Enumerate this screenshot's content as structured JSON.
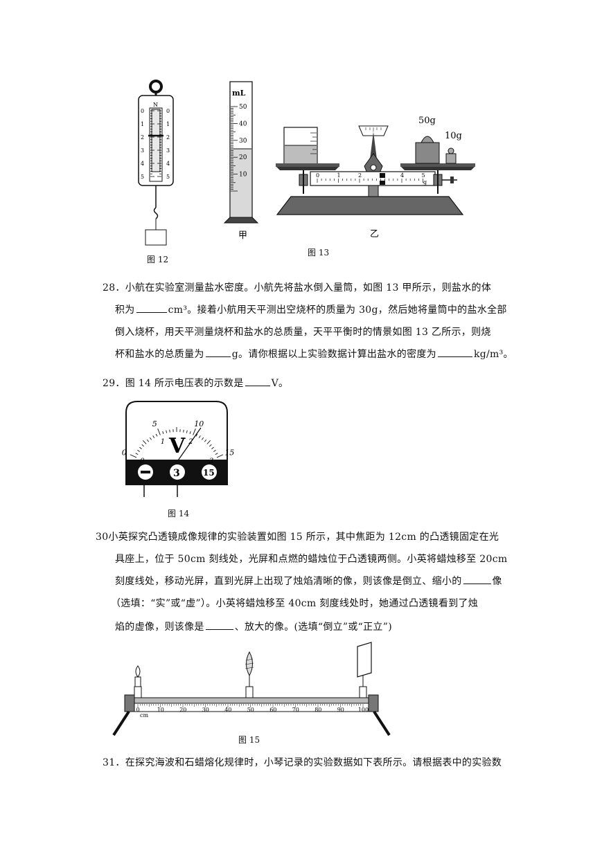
{
  "fig12": {
    "caption": "图 12",
    "unit": "N",
    "scale_left": [
      "0",
      "1",
      "2",
      "3",
      "4",
      "5"
    ],
    "scale_right": [
      "0",
      "1",
      "2",
      "3",
      "4",
      "5"
    ]
  },
  "fig13": {
    "caption": "图 13",
    "cylinder": {
      "unit": "mL",
      "ticks": [
        "50",
        "40",
        "30",
        "20",
        "10"
      ],
      "label": "甲"
    },
    "balance": {
      "weight_large": "50g",
      "weight_small": "10g",
      "beam_ticks": [
        "0",
        "1",
        "2",
        "3",
        "4",
        "5"
      ],
      "beam_unit": "g",
      "label": "乙"
    }
  },
  "q28": {
    "number": "28．",
    "line1": "小航在实验室测量盐水密度。小航先将盐水倒入量筒，如图 13 甲所示，则盐水的体",
    "line2_a": "积为",
    "line2_unit": "cm³",
    "line2_b": "。接着小航用天平测出空烧杯的质量为 30g，然后她将量筒中的盐水全部",
    "line3": "倒入烧杯，用天平测量烧杯和盐水的总质量，天平平衡时的情景如图 13 乙所示，则烧",
    "line4_a": "杯和盐水的总质量为",
    "line4_b": "g。请你根据以上实验数据计算出盐水的密度为",
    "line4_c": "kg/m³。"
  },
  "q29": {
    "number": "29．",
    "text_a": "图 14 所示电压表的示数是",
    "text_b": "V。"
  },
  "fig14": {
    "caption": "图 14",
    "symbol": "V",
    "outer_ticks": [
      "0",
      "5",
      "10",
      "15"
    ],
    "inner_ticks": [
      "0",
      "1",
      "2",
      "3"
    ],
    "terminals": [
      "−",
      "3",
      "15"
    ]
  },
  "q30": {
    "number": "30",
    "line1": "小英探究凸透镜成像规律的实验装置如图 15 所示，其中焦距为 12cm 的凸透镜固定在光",
    "line2": "具座上，位于 50cm 刻线处，光屏和点燃的蜡烛位于凸透镜两侧。小英将蜡烛移至 20cm",
    "line3_a": "刻度线处，移动光屏，直到光屏上出现了烛焰清晰的像，则该像是倒立、缩小的",
    "line3_b": "像",
    "line4": "（选填：“实”或“虚”）。小英将蜡烛移至 40cm 刻度线处时，她通过凸透镜看到了烛",
    "line5_a": "焰的虚像，则该像是",
    "line5_b": "、放大的像。(选填“倒立”或“正立”)"
  },
  "fig15": {
    "caption": "图 15",
    "bench_ticks": [
      "0",
      "10",
      "20",
      "30",
      "40",
      "50",
      "60",
      "70",
      "80",
      "90",
      "100"
    ],
    "bench_unit": "cm"
  },
  "q31": {
    "number": "31．",
    "line1": "在探究海波和石蜡熔化规律时，小琴记录的实验数据如下表所示。请根据表中的实验数"
  }
}
